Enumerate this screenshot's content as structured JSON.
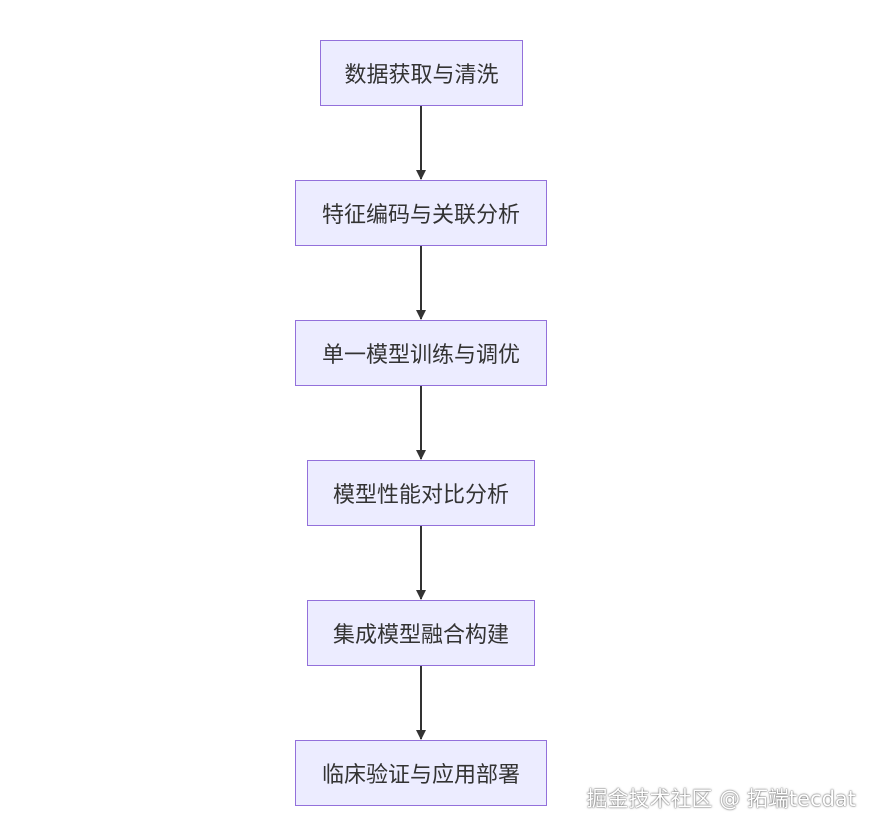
{
  "flowchart": {
    "nodes": [
      {
        "id": "n1",
        "label": "数据获取与清洗"
      },
      {
        "id": "n2",
        "label": "特征编码与关联分析"
      },
      {
        "id": "n3",
        "label": "单一模型训练与调优"
      },
      {
        "id": "n4",
        "label": "模型性能对比分析"
      },
      {
        "id": "n5",
        "label": "集成模型融合构建"
      },
      {
        "id": "n6",
        "label": "临床验证与应用部署"
      }
    ],
    "edges": [
      {
        "from": "n1",
        "to": "n2"
      },
      {
        "from": "n2",
        "to": "n3"
      },
      {
        "from": "n3",
        "to": "n4"
      },
      {
        "from": "n4",
        "to": "n5"
      },
      {
        "from": "n5",
        "to": "n6"
      }
    ],
    "colors": {
      "node_fill": "#ECECFF",
      "node_border": "#9370DB",
      "edge": "#333333",
      "text": "#333333"
    }
  },
  "watermark": {
    "text": "掘金技术社区 @ 拓端tecdat"
  }
}
